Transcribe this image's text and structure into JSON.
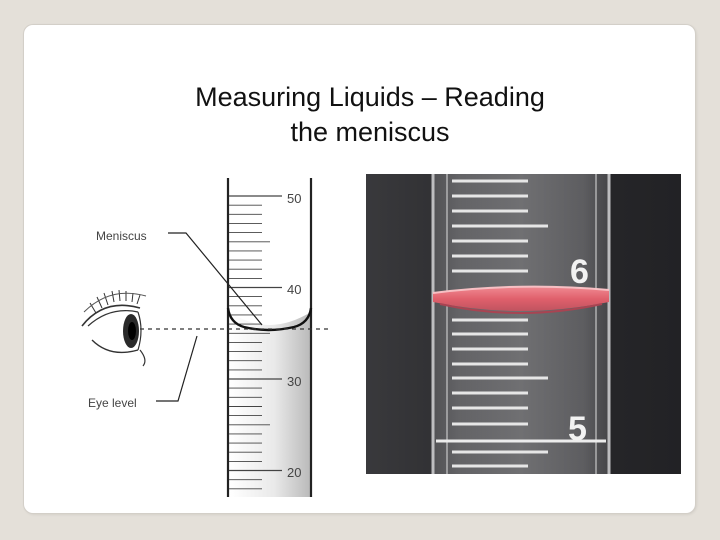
{
  "slide": {
    "title_line1": "Measuring Liquids – Reading",
    "title_line2": "the meniscus"
  },
  "diagram": {
    "labels": {
      "meniscus": "Meniscus",
      "eye_level": "Eye level"
    },
    "scale_labels": [
      "50",
      "40",
      "30",
      "20"
    ]
  },
  "photo": {
    "scale_labels": [
      "6",
      "5"
    ],
    "colors": {
      "background": "#2a2a2c",
      "liquid": "#e26a74",
      "glass": "#9a9a9c"
    }
  }
}
